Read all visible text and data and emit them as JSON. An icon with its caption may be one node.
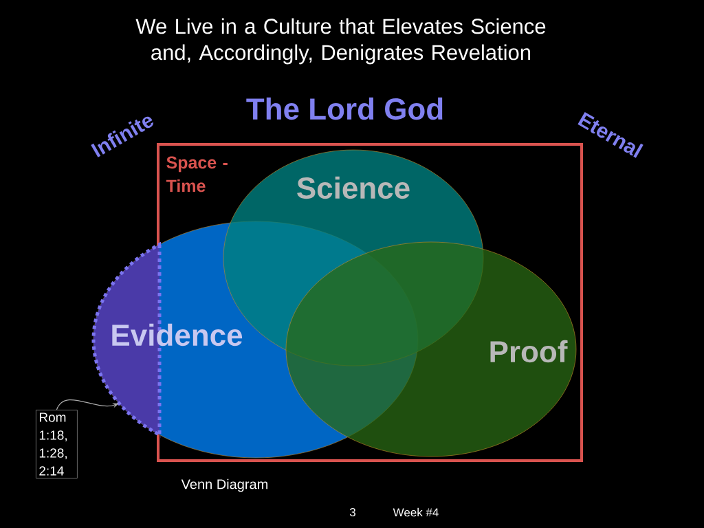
{
  "diagram": {
    "title": "We Live in a Culture that Elevates Science and, Accordingly, Denigrates Revelation",
    "nodes": [
      {
        "text": [
          "Space - Time"
        ]
      },
      {
        "text": [
          "Evidence"
        ]
      },
      {
        "text": [
          "Science"
        ],
        "in": 0
      },
      {
        "text": [
          "Proof"
        ],
        "in": 0
      },
      {
        "text": [
          "Rom 1:18, 1:28, 2:14"
        ]
      }
    ],
    "edges": [
      {
        "from": 4,
        "to": 1,
        "arrow": "to",
        "color": "#aaaaaa"
      }
    ],
    "labels": [
      "The Lord God",
      "Infinite",
      "Eternal",
      "Venn Diagram",
      "3",
      "Week #4"
    ]
  }
}
